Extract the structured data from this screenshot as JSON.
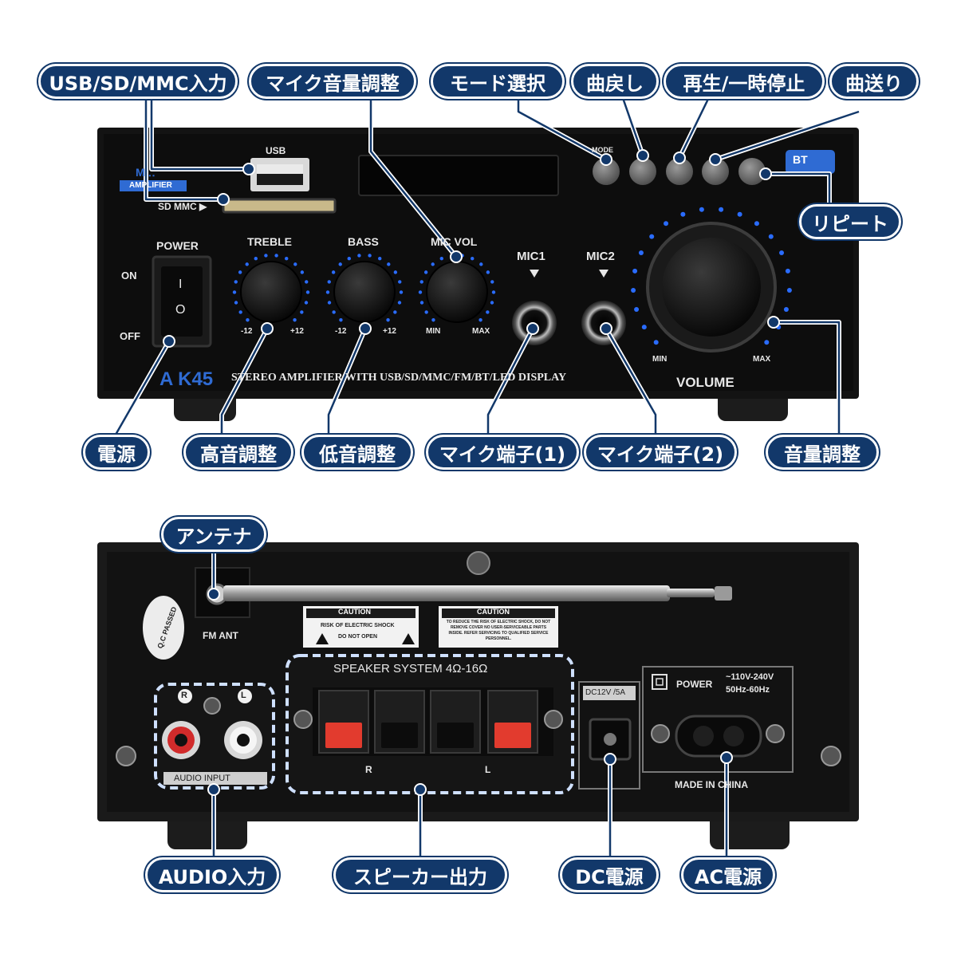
{
  "front_panel": {
    "model_logo": "A K45",
    "brand_logo_partial": "M ‥",
    "amplifier_badge": "AMPLIFIER",
    "usb_label": "USB",
    "sd_label": "SD MMC ▶",
    "power_label": "POWER",
    "on_label": "ON",
    "off_label": "OFF",
    "switch_on_mark": "I",
    "switch_off_mark": "O",
    "treble_label": "TREBLE",
    "bass_label": "BASS",
    "mic_vol_label": "MIC VOL",
    "scale_minus12": "-12",
    "scale_plus12": "+12",
    "scale_min": "MIN",
    "scale_max": "MAX",
    "mic1_label": "MIC1",
    "mic2_label": "MIC2",
    "volume_label": "VOLUME",
    "mode_label": "MODE",
    "bt_badge": "BT",
    "tagline": "STEREO AMPLIFIER WITH USB/SD/MMC/FM/BT/LED DISPLAY"
  },
  "rear_panel": {
    "qc_sticker": "Q.C PASSED",
    "fm_ant_label": "FM ANT",
    "caution1_title": "CAUTION",
    "caution1_line1": "RISK OF ELECTRIC SHOCK",
    "caution1_line2": "DO NOT OPEN",
    "caution2_title": "CAUTION",
    "caution2_text": "TO REDUCE THE RISK OF ELECTRIC SHOCK, DO NOT REMOVE COVER NO USER-SERVICEABLE PARTS INSIDE. REFER SERVICING TO QUALIFIED SERVICE PERSONNEL.",
    "speaker_system_label": "SPEAKER SYSTEM 4Ω-16Ω",
    "audio_input_label": "AUDIO INPUT",
    "r_label": "R",
    "l_label": "L",
    "dc_label": "DC12V /5A",
    "power_label": "POWER",
    "voltage_label": "~110V-240V",
    "freq_label": "50Hz-60Hz",
    "made_in": "MADE IN CHINA"
  },
  "callouts": {
    "usb_sd_mmc_input": "USB/SD/MMC入力",
    "mic_volume_adjust": "マイク音量調整",
    "mode_select": "モード選択",
    "prev_track": "曲戻し",
    "play_pause": "再生/一時停止",
    "next_track": "曲送り",
    "repeat": "リピート",
    "power": "電源",
    "treble_adjust": "高音調整",
    "bass_adjust": "低音調整",
    "mic_jack_1": "マイク端子(1)",
    "mic_jack_2": "マイク端子(2)",
    "volume_adjust": "音量調整",
    "antenna": "アンテナ",
    "audio_input": "AUDIO入力",
    "speaker_output": "スピーカー出力",
    "dc_power": "DC電源",
    "ac_power": "AC電源"
  },
  "colors": {
    "callout_fill": "#12386a",
    "knob_led": "#2a6cff",
    "chassis": "#161616",
    "panel": "#0e0e0e",
    "terminal_red": "#e23b2e"
  }
}
